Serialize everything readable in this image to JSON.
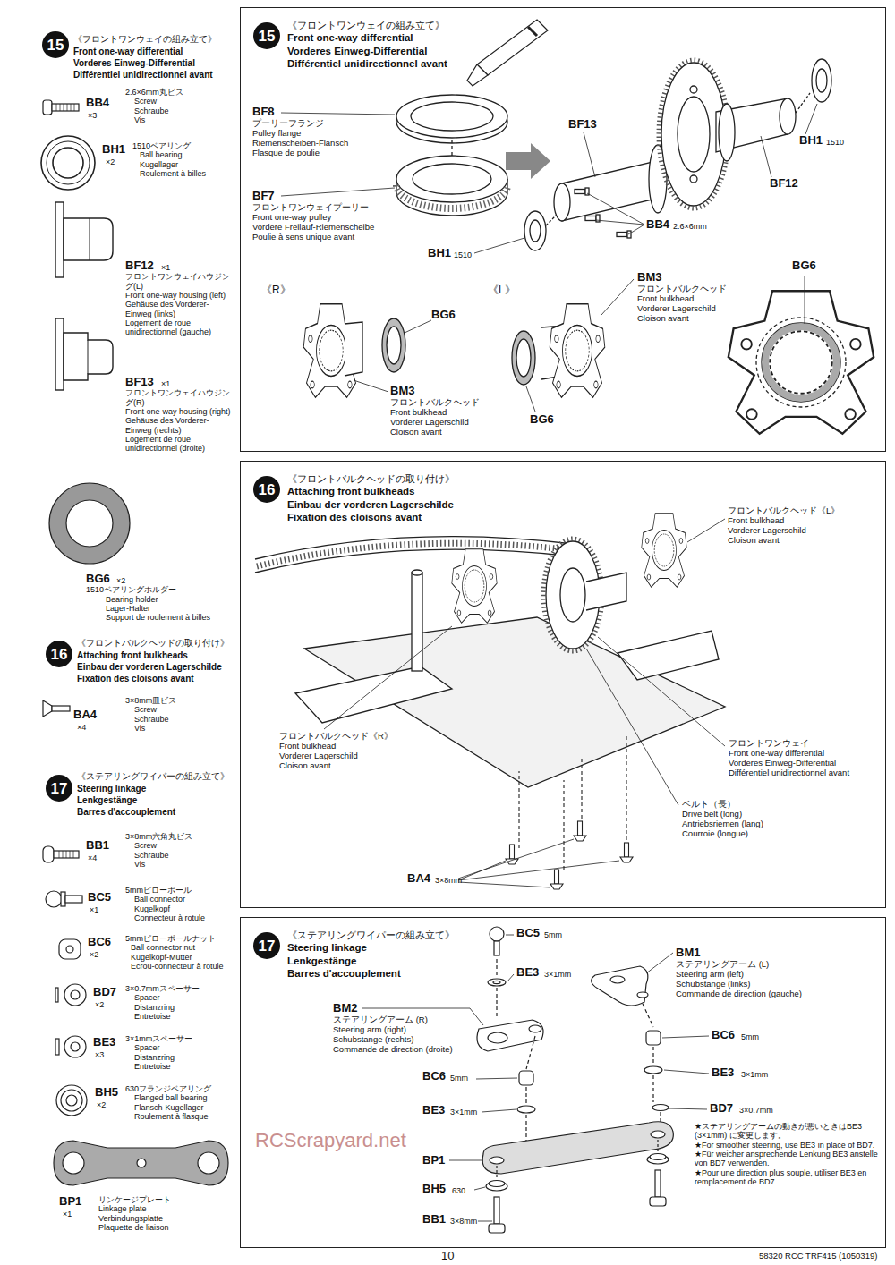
{
  "diagram": {
    "nodes": [
      {
        "text": [
          "15"
        ]
      },
      {
        "text": [
          "《フロントワンウェイの組み立て》",
          "Front one-way differential",
          "Vorderes Einweg-Differential",
          "Différentiel unidirectionnel avant"
        ]
      },
      {
        "text": [
          "15"
        ],
        "in": 1
      },
      {
        "text": [
          "16"
        ]
      },
      {
        "text": [
          "《フロントバルクヘッドの取り付け》",
          "Attaching front bulkheads",
          "Einbau der vorderen Lagerschilde",
          "Fixation des cloisons avant"
        ]
      },
      {
        "text": [
          "16"
        ],
        "in": 4
      },
      {
        "text": [
          "17"
        ]
      },
      {
        "text": [
          "《ステアリングワイパーの組み立て》",
          "Steering linkage",
          "Lenkgestänge",
          "Barres d'accouplement"
        ]
      },
      {
        "text": [
          "17"
        ],
        "in": 7
      }
    ],
    "labels": [
      "《フロントワンウェイの組み立て》",
      "Front one-way differential",
      "Vorderes Einweg-Differential",
      "Différentiel unidirectionnel avant",
      "BB4",
      "×3",
      "2.6×6mm丸ビス",
      "Screw",
      "Schraube",
      "Vis",
      "BH1",
      "×2",
      "1510ベアリング",
      "Ball bearing",
      "Kugellager",
      "Roulement à billes",
      "BF12",
      "×1",
      "フロントワンウェイハウジング(L)",
      "Front one-way housing (left)",
      "Gehäuse des Vorderer-Einweg (links)",
      "Logement de roue unidirectionnel (gauche)",
      "BF13",
      "×1",
      "フロントワンウェイハウジング(R)",
      "Front one-way housing (right)",
      "Gehäuse des Vorderer-Einweg (rechts)",
      "Logement de roue unidirectionnel (droite)",
      "BG6",
      "×2",
      "1510ベアリングホルダー",
      "Bearing holder",
      "Lager-Halter",
      "Support de roulement à billes",
      "《フロントバルクヘッドの取り付け》",
      "Attaching front bulkheads",
      "Einbau der vorderen Lagerschilde",
      "Fixation des cloisons avant",
      "BA4",
      "×4",
      "3×8mm皿ビス",
      "Screw",
      "Schraube",
      "Vis",
      "《ステアリングワイパーの組み立て》",
      "Steering linkage",
      "Lenkgestänge",
      "Barres d'accouplement",
      "BB1",
      "×4",
      "3×8mm六角丸ビス",
      "Screw",
      "Schraube",
      "Vis",
      "BC5",
      "×1",
      "5mmピローボール",
      "Ball connector",
      "Kugelkopf",
      "Connecteur à rotule",
      "BC6",
      "×2",
      "5mmピローボールナット",
      "Ball connector nut",
      "Kugelkopf-Mutter",
      "Ecrou-connecteur à rotule",
      "BD7",
      "×2",
      "3×0.7mmスペーサー",
      "Spacer",
      "Distanzring",
      "Entretoise",
      "BE3",
      "×3",
      "3×1mmスペーサー",
      "Spacer",
      "Distanzring",
      "Entretoise",
      "BH5",
      "×2",
      "630フランジベアリング",
      "Flanged ball bearing",
      "Flansch-Kugellager",
      "Roulement à flasque",
      "BP1",
      "×1",
      "リンケージプレート",
      "Linkage plate",
      "Verbindungsplatte",
      "Plaquette de liaison",
      "BF8",
      "プーリーフランジ",
      "Pulley flange",
      "Riemenscheiben-Flansch",
      "Flasque de poulie",
      "BF7",
      "フロントワンウェイプーリー",
      "Front one-way pulley",
      "Vordere Freilauf-Riemenscheibe",
      "Poulie à sens unique avant",
      "BF13",
      "BH1",
      "1510",
      "BF12",
      "BB4",
      "2.6×6mm",
      "BH1",
      "1510",
      "BM3",
      "フロントバルクヘッド",
      "Front bulkhead",
      "Vorderer Lagerschild",
      "Cloison avant",
      "《R》",
      "《L》",
      "BG6",
      "BG6",
      "BM3",
      "フロントバルクヘッド",
      "Front bulkhead",
      "Vorderer Lagerschild",
      "Cloison avant",
      "BG6",
      "フロントバルクヘッド《L》",
      "Front bulkhead",
      "Vorderer Lagerschild",
      "Cloison avant",
      "フロントバルクヘッド《R》",
      "Front bulkhead",
      "Vorderer Lagerschild",
      "Cloison avant",
      "フロントワンウェイ",
      "Front one-way differential",
      "Vorderes Einweg-Differential",
      "Différentiel unidirectionnel avant",
      "ベルト（長）",
      "Drive belt (long)",
      "Antriebsriemen (lang)",
      "Courroie (longue)",
      "BA4",
      "3×8mm",
      "BC5",
      "5mm",
      "BE3",
      "3×1mm",
      "BM1",
      "ステアリングアーム (L)",
      "Steering arm (left)",
      "Schubstange (links)",
      "Commande de direction (gauche)",
      "BM2",
      "ステアリングアーム (R)",
      "Steering arm (right)",
      "Schubstange (rechts)",
      "Commande de direction (droite)",
      "BC6",
      "5mm",
      "BE3",
      "3×1mm",
      "BC6",
      "5mm",
      "BE3",
      "3×1mm",
      "BD7",
      "3×0.7mm",
      "★ステアリングアームの動きが悪いときはBE3 (3×1mm) に変更します。",
      "★For smoother steering, use BE3 in place of BD7.",
      "★Für weicher ansprechende Lenkung BE3 anstelle von BD7 verwenden.",
      "★Pour une direction plus souple, utiliser BE3 en remplacement de BD7.",
      "BP1",
      "BH5",
      "630",
      "BB1",
      "3×8mm",
      "10",
      "58320 RCC TRF415 (1050319)",
      "RCScrapyard.net"
    ]
  }
}
